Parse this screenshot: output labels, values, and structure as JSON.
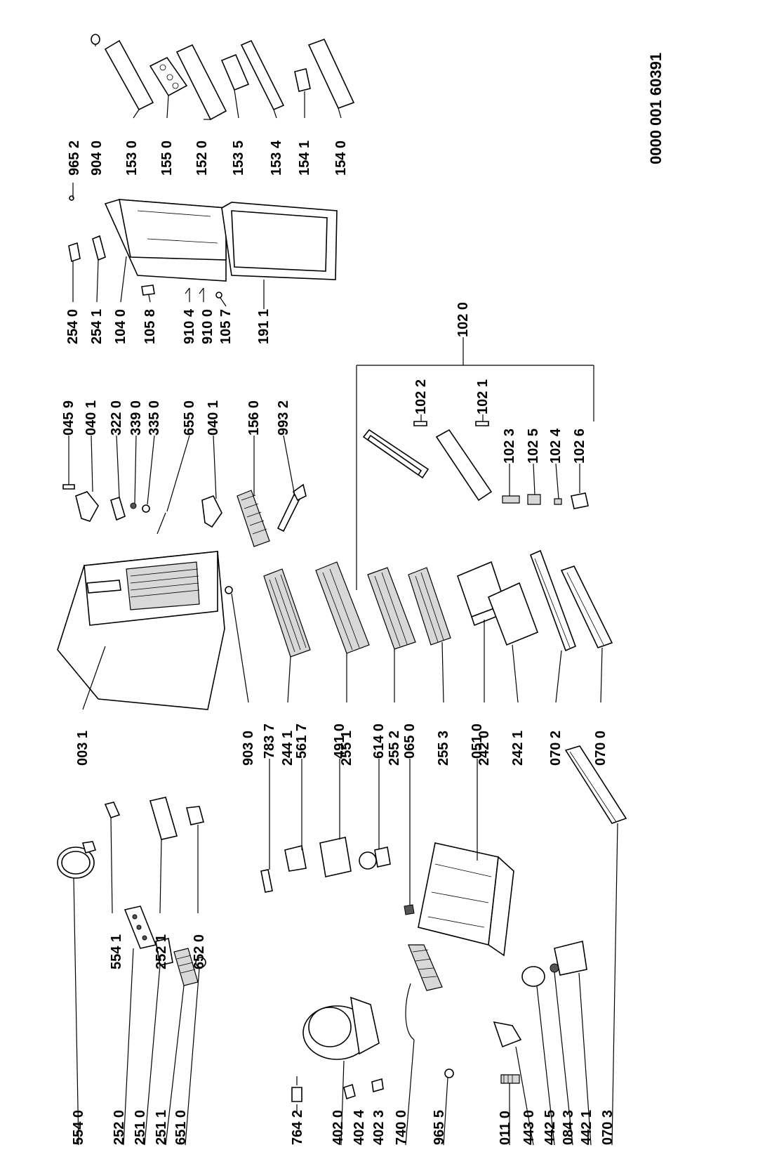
{
  "document_number": "0000 001 60391",
  "part_numbers": {
    "p5540": "554 0",
    "p2520": "252 0",
    "p2510": "251 0",
    "p2511": "251 1",
    "p6510": "651 0",
    "p7642": "764 2",
    "p4020": "402 0",
    "p4024": "402 4",
    "p4023": "402 3",
    "p7400": "740 0",
    "p9655": "965 5",
    "p0110": "011 0",
    "p4430": "443 0",
    "p4425": "442 5",
    "p0843": "084 3",
    "p4421": "442 1",
    "p0703": "070 3",
    "p5541": "554 1",
    "p2521": "252 1",
    "p6520": "652 0",
    "p7837": "783 7",
    "p5617": "561 7",
    "p4910": "491 0",
    "p6140": "614 0",
    "p0650": "065 0",
    "p0510": "051 0",
    "p0031": "003 1",
    "p9030": "903 0",
    "p2441": "244 1",
    "p2551": "255 1",
    "p2552": "255 2",
    "p2553": "255 3",
    "p2420": "242 0",
    "p2421": "242 1",
    "p0702": "070 2",
    "p0700": "070 0",
    "p0459": "045 9",
    "p0401a": "040 1",
    "p3220": "322 0",
    "p3390": "339 0",
    "p3350": "335 0",
    "p6550": "655 0",
    "p0401b": "040 1",
    "p1560": "156 0",
    "p9932": "993 2",
    "p1022": "102 2",
    "p1021": "102 1",
    "p1023": "102 3",
    "p1025": "102 5",
    "p1024": "102 4",
    "p1026": "102 6",
    "p1020": "102 0",
    "p2540": "254 0",
    "p2541": "254 1",
    "p1040": "104 0",
    "p1058": "105 8",
    "p9104": "910 4",
    "p9100": "910 0",
    "p1057": "105 7",
    "p1911": "191 1",
    "p9652": "965 2",
    "p9040": "904 0",
    "p1530": "153 0",
    "p1550": "155 0",
    "p1520": "152 0",
    "p1535": "153 5",
    "p1534": "153 4",
    "p1541": "154 1",
    "p1540": "154 0"
  }
}
